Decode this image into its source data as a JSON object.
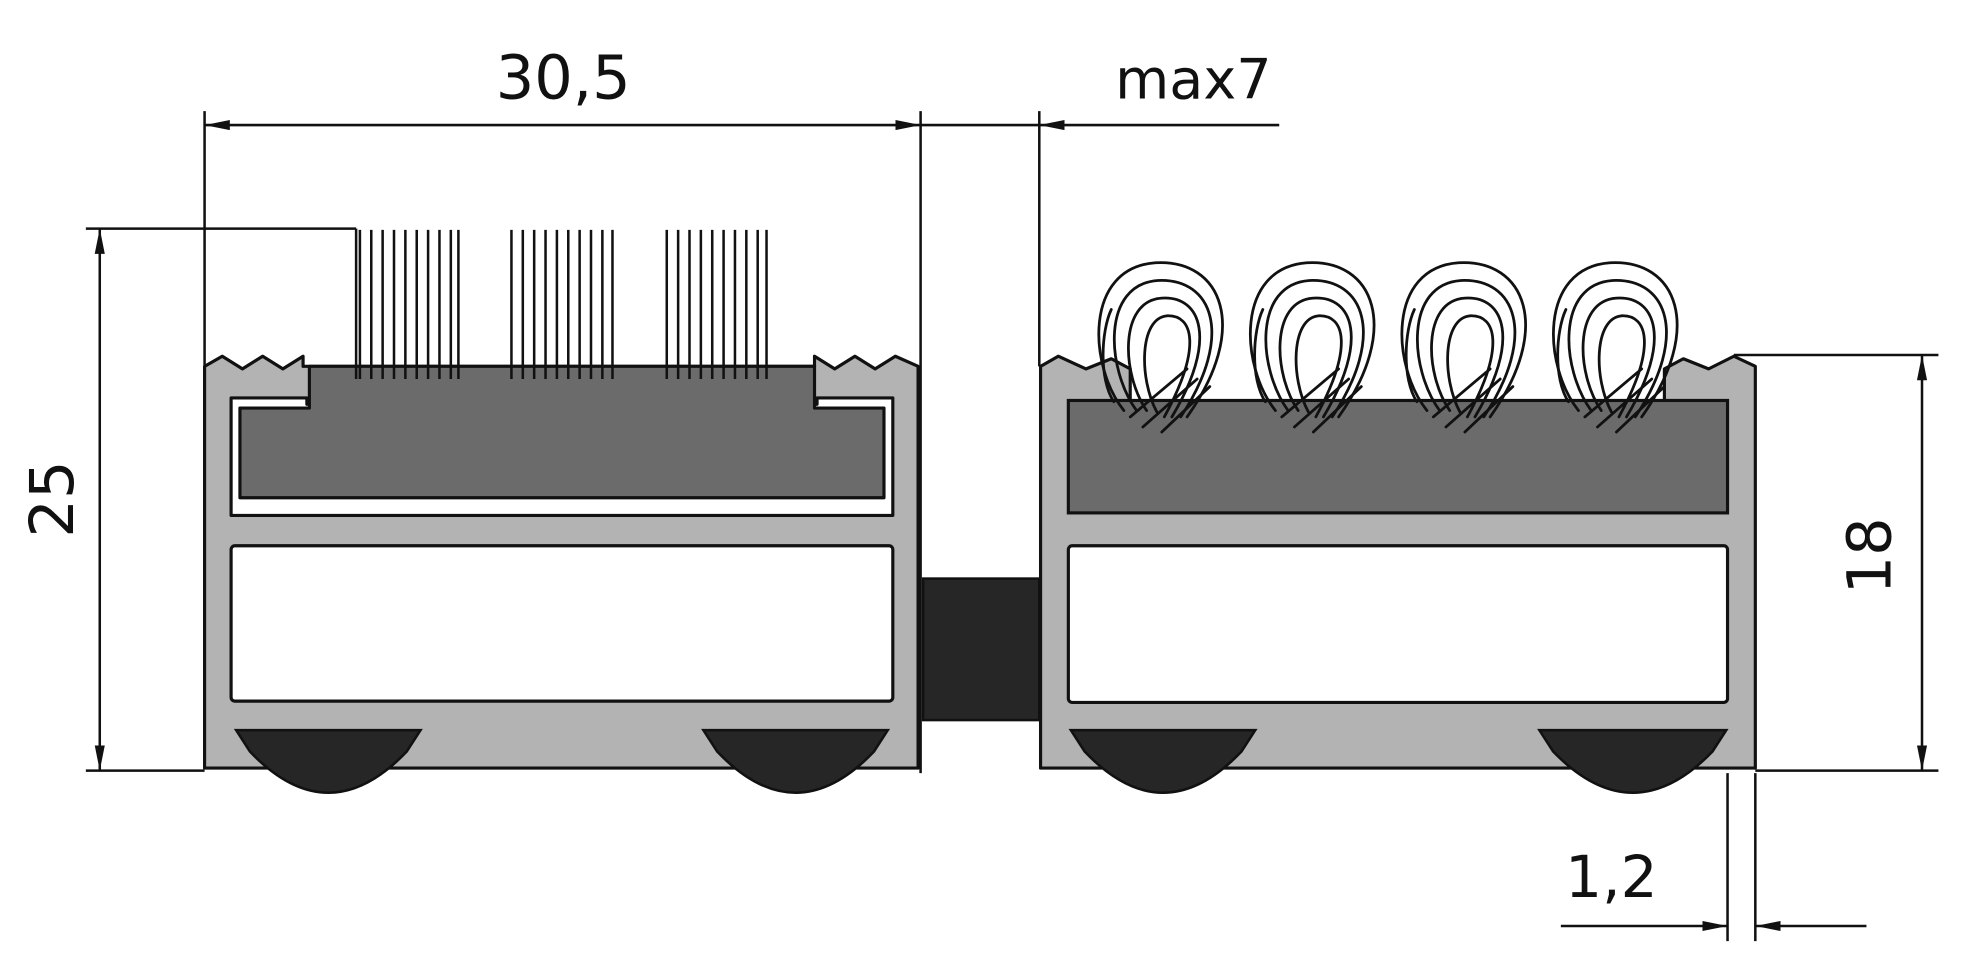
{
  "dimensions": {
    "top_width": "30,5",
    "gap": "max7",
    "total_height": "25",
    "profile_height": "18",
    "wall_thickness": "1,2"
  },
  "colors": {
    "aluminium": "#b3b3b3",
    "insert": "#6b6b6b",
    "rubber": "#262626",
    "outline": "#111111",
    "background": "#ffffff"
  }
}
